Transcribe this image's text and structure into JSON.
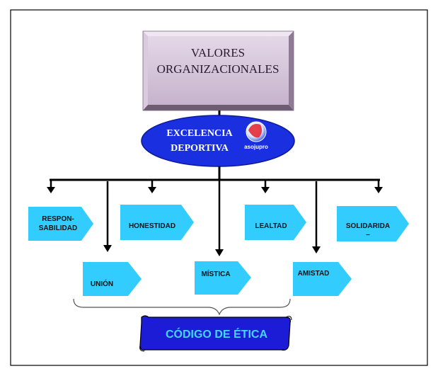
{
  "top_box": {
    "line1": "VALORES",
    "line2": "ORGANIZACIONALES"
  },
  "oval": {
    "line1": "EXCELENCIA",
    "line2": "DEPORTIVA",
    "logo_text": "asojupro"
  },
  "values_upper": [
    {
      "lines": [
        "RESPON-",
        "SABILIDAD"
      ]
    },
    {
      "lines": [
        "HONESTIDAD"
      ]
    },
    {
      "lines": [
        "LEALTAD"
      ]
    },
    {
      "lines": [
        "SOLIDARIDA",
        "–"
      ]
    }
  ],
  "values_lower": [
    {
      "lines": [
        "UNIÓN"
      ]
    },
    {
      "lines": [
        "MÍSTICA"
      ]
    },
    {
      "lines": [
        "AMISTAD"
      ]
    }
  ],
  "banner": {
    "text": "CÓDIGO DE ÉTICA"
  },
  "colors": {
    "arrow_fill": "#33ccff",
    "oval_fill": "#1a2fe0",
    "banner_fill": "#1c1cd6",
    "banner_text": "#40d8ff",
    "box_face": "#c9b8cf",
    "connector": "#000000"
  }
}
